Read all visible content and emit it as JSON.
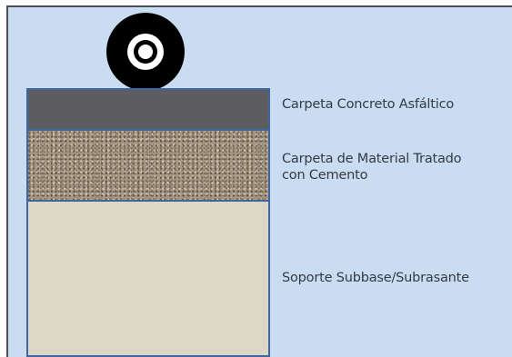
{
  "labels": {
    "asphalt": "Carpeta Concreto Asfáltico",
    "treated_line1": "Carpeta de Material Tratado",
    "treated_line2": "con Cemento",
    "subbase": "Soporte Subbase/Subrasante"
  },
  "colors": {
    "background": "#c9dcf1",
    "asphalt_layer": "#5d5d5f",
    "treated_layer": "#a59682",
    "subbase_layer": "#ddd8c5",
    "layer_border": "#3e66a0",
    "wheel": "#000000"
  }
}
